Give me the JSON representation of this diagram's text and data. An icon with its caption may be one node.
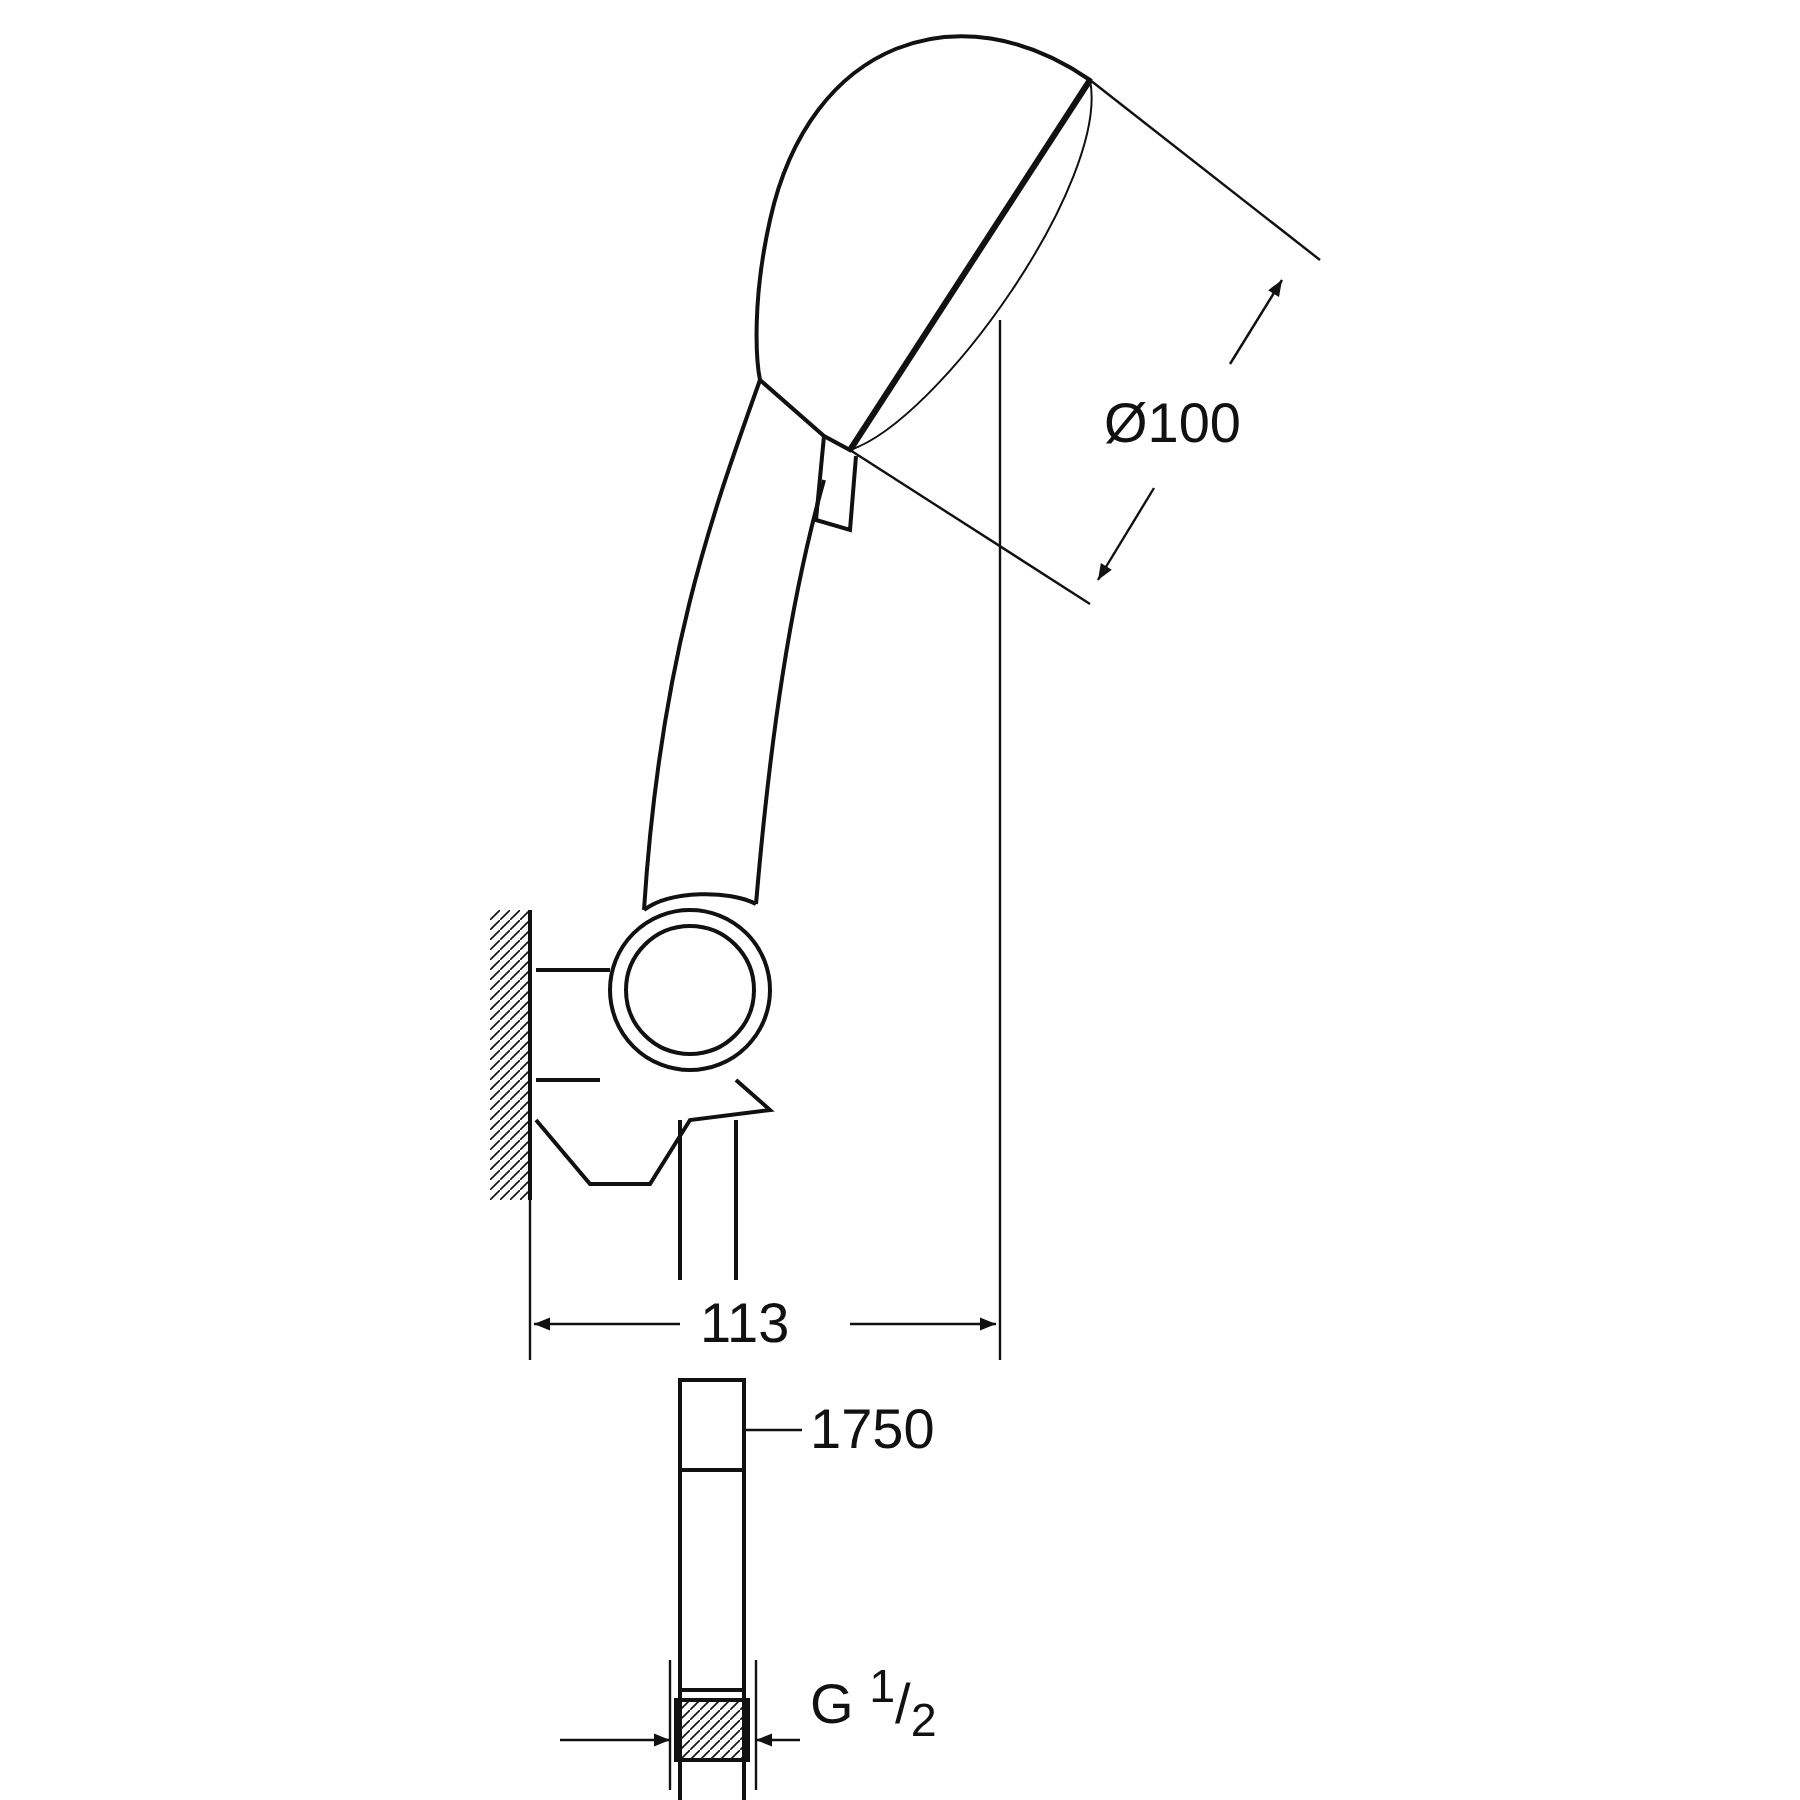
{
  "diagram": {
    "nodes": [
      {
        "text": [
          "1750"
        ]
      },
      {
        "text": [],
        "shape": "picture"
      }
    ],
    "edges": [
      {
        "from": 0,
        "to": 1,
        "arrow": "none"
      }
    ],
    "labels": [
      "Ø100",
      "113",
      "G $^{1}$/$_{2}$"
    ]
  }
}
